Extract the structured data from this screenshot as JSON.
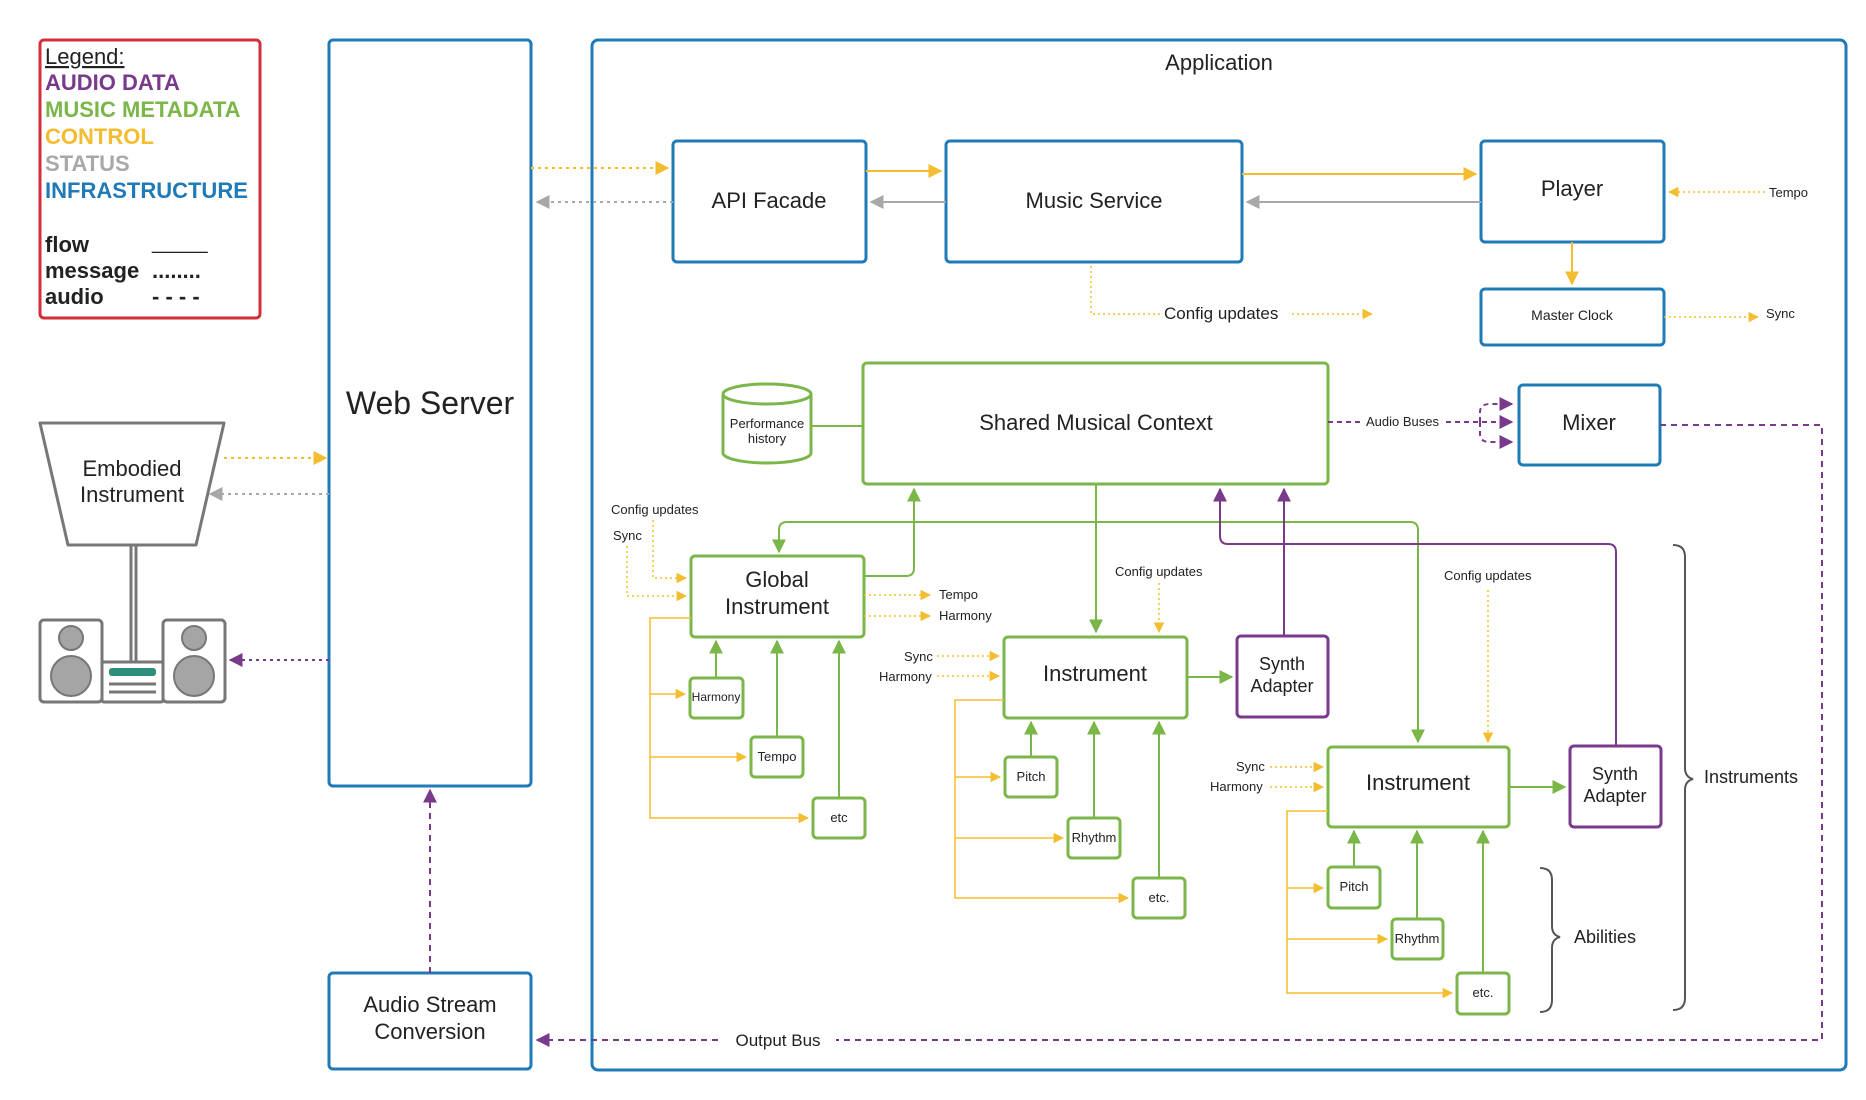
{
  "colors": {
    "audio": "#7a3a8c",
    "metadata": "#7ab648",
    "control": "#f4bd2f",
    "status": "#a8a8a8",
    "infrastructure": "#1f7ab8",
    "legend_border": "#d32f3a",
    "speaker": "#777777",
    "speaker_accent": "#2e8c7a"
  },
  "legend": {
    "title": "Legend:",
    "audio": "AUDIO DATA",
    "metadata": "MUSIC METADATA",
    "control": "CONTROL",
    "status": "STATUS",
    "infrastructure": "INFRASTRUCTURE",
    "flow": "flow",
    "flow_symbol": "_____",
    "message": "message",
    "message_symbol": "........",
    "audio_label": "audio",
    "audio_symbol": "- - - -"
  },
  "nodes": {
    "web_server": "Web Server",
    "embodied_1": "Embodied",
    "embodied_2": "Instrument",
    "audio_stream_1": "Audio Stream",
    "audio_stream_2": "Conversion",
    "application": "Application",
    "api_facade": "API Facade",
    "music_service": "Music Service",
    "player": "Player",
    "master_clock": "Master Clock",
    "shared_context": "Shared Musical Context",
    "performance_1": "Performance",
    "performance_2": "history",
    "mixer": "Mixer",
    "global_1": "Global",
    "global_2": "Instrument",
    "instrument": "Instrument",
    "synth_1": "Synth",
    "synth_2": "Adapter",
    "harmony": "Harmony",
    "tempo": "Tempo",
    "etc": "etc",
    "pitch": "Pitch",
    "rhythm": "Rhythm",
    "etc_dot": "etc."
  },
  "labels": {
    "config_updates": "Config updates",
    "tempo": "Tempo",
    "sync": "Sync",
    "harmony": "Harmony",
    "audio_buses": "Audio Buses",
    "output_bus": "Output Bus",
    "instruments": "Instruments",
    "abilities": "Abilities"
  }
}
